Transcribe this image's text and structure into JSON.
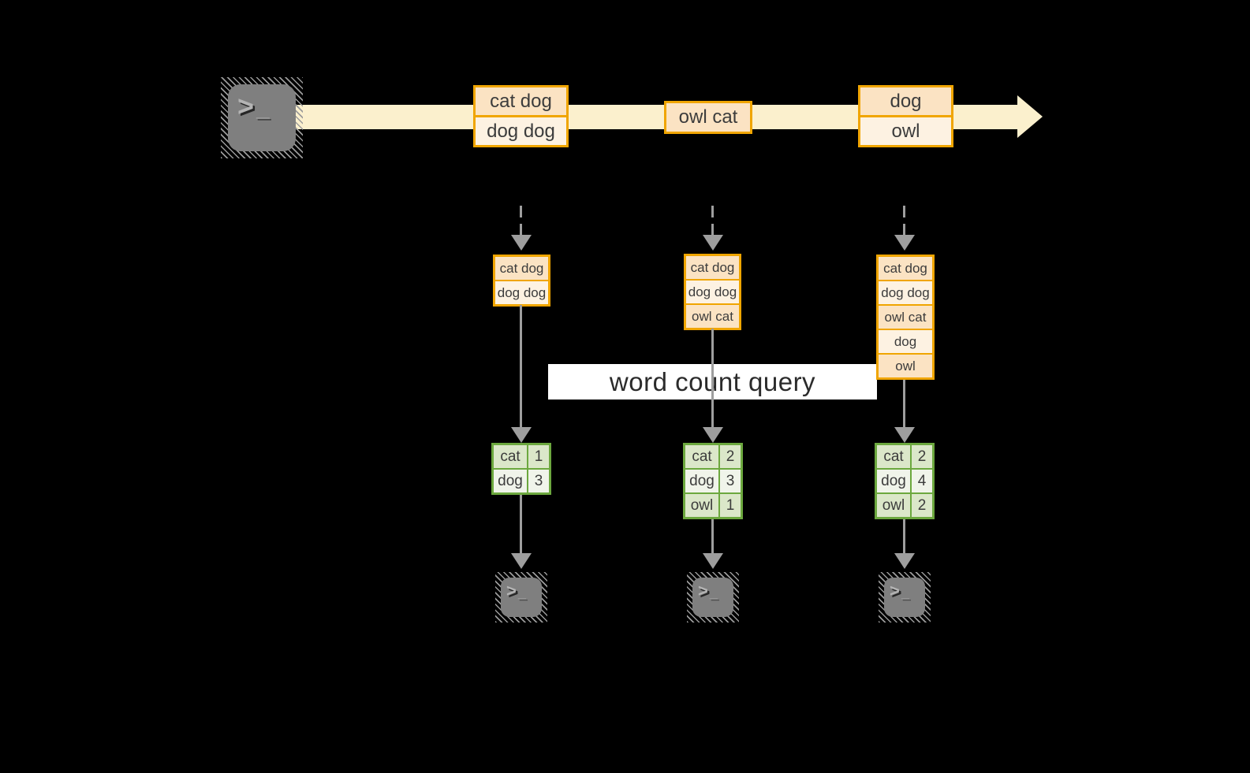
{
  "query_label": "word count query",
  "icons": {
    "terminal_prompt": ">",
    "terminal_cursor": "_"
  },
  "colors": {
    "background": "#000000",
    "stream_band": "#FBF0CD",
    "event_border": "#F0A500",
    "event_fill_dark": "#FBE3C3",
    "event_fill_light": "#FDF2E2",
    "table_border": "#6CA83E",
    "table_fill_green": "#DBE7C9",
    "table_fill_light": "#F0F4EA",
    "arrow_gray": "#9E9E9E",
    "terminal_gray": "#7F7F7F",
    "query_band": "#FFFFFF",
    "text_dark": "#3C3C3C"
  },
  "timeline": {
    "events": [
      {
        "lines": [
          "cat dog",
          "dog dog"
        ]
      },
      {
        "lines": [
          "owl cat"
        ]
      },
      {
        "lines": [
          "dog",
          "owl"
        ]
      }
    ]
  },
  "columns": [
    {
      "stream_records": [
        "cat dog",
        "dog dog"
      ],
      "counts": [
        {
          "word": "cat",
          "count": "1"
        },
        {
          "word": "dog",
          "count": "3"
        }
      ]
    },
    {
      "stream_records": [
        "cat dog",
        "dog dog",
        "owl cat"
      ],
      "counts": [
        {
          "word": "cat",
          "count": "2"
        },
        {
          "word": "dog",
          "count": "3"
        },
        {
          "word": "owl",
          "count": "1"
        }
      ]
    },
    {
      "stream_records": [
        "cat dog",
        "dog dog",
        "owl cat",
        "dog",
        "owl"
      ],
      "counts": [
        {
          "word": "cat",
          "count": "2"
        },
        {
          "word": "dog",
          "count": "4"
        },
        {
          "word": "owl",
          "count": "2"
        }
      ]
    }
  ]
}
